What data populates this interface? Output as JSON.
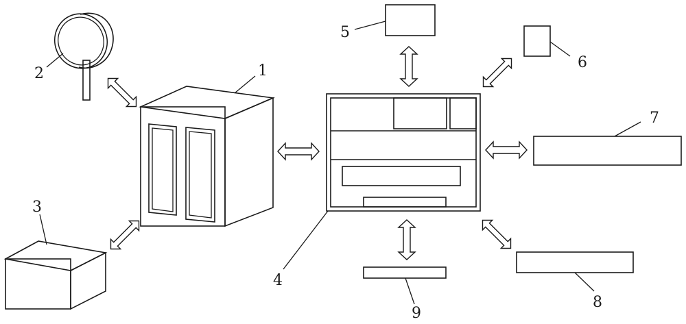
{
  "labels": {
    "l1": "1",
    "l2": "2",
    "l3": "3",
    "l4": "4",
    "l5": "5",
    "l6": "6",
    "l7": "7",
    "l8": "8",
    "l9": "9"
  },
  "colors": {
    "stroke": "#1a1a1a",
    "fill": "#ffffff"
  }
}
